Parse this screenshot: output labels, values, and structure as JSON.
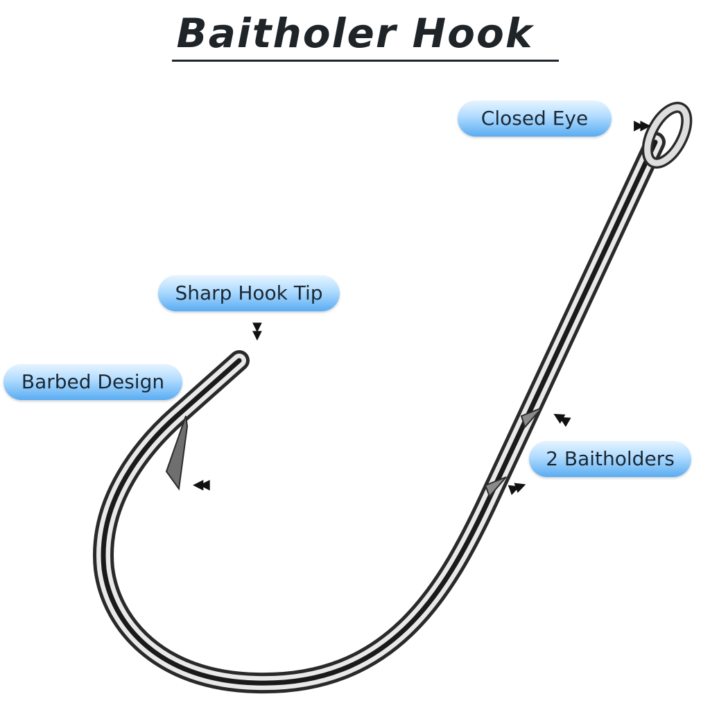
{
  "title": "Baitholer Hook",
  "labels": {
    "closed_eye": "Closed Eye",
    "sharp_hook_tip": "Sharp Hook Tip",
    "barbed_design": "Barbed Design",
    "baitholders": "2 Baitholders"
  },
  "colors": {
    "label_top": "#e6f4ff",
    "label_bottom": "#59acf2",
    "title": "#1f2428"
  }
}
